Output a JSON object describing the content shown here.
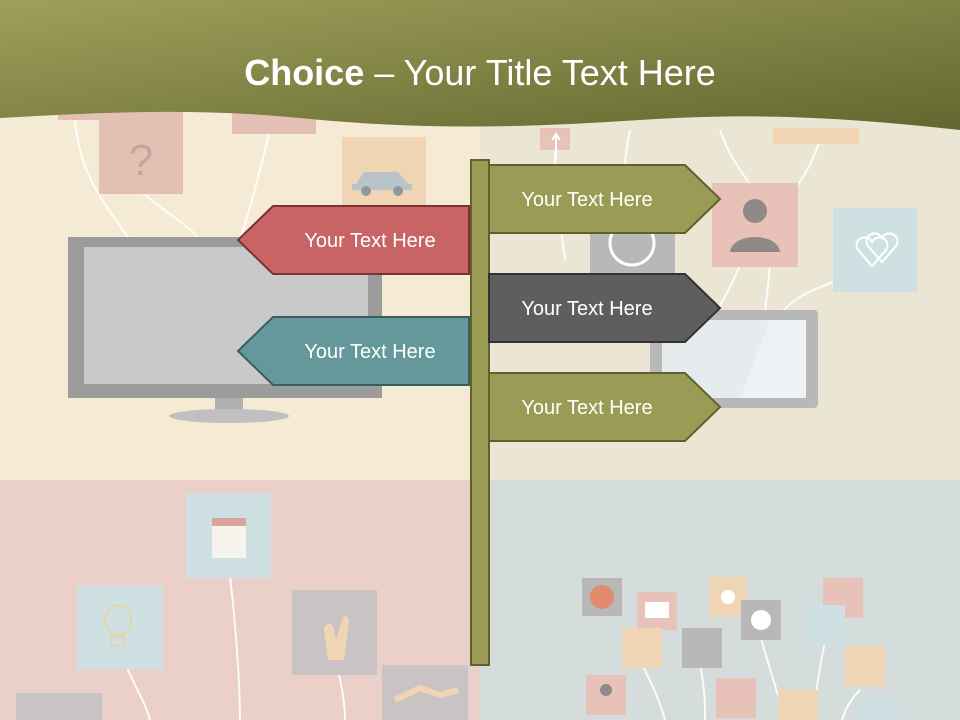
{
  "title": {
    "bold": "Choice",
    "dash": " – ",
    "rest": "Your Title Text Here"
  },
  "signs": [
    {
      "label": "Your Text Here",
      "direction": "right",
      "color": "#9a9c55"
    },
    {
      "label": "Your Text Here",
      "direction": "left",
      "color": "#c96466"
    },
    {
      "label": "Your Text Here",
      "direction": "right",
      "color": "#5e5e5e"
    },
    {
      "label": "Your Text Here",
      "direction": "left",
      "color": "#64989b"
    },
    {
      "label": "Your Text Here",
      "direction": "right",
      "color": "#9a9c55"
    }
  ],
  "colors": {
    "header": "#7f8246",
    "post": "#9a9c55",
    "quad_top_left": "#f5ead3",
    "quad_top_right": "#ebe6d3",
    "quad_bottom_left": "#ead0c9",
    "quad_bottom_right": "#d4dcdc"
  }
}
